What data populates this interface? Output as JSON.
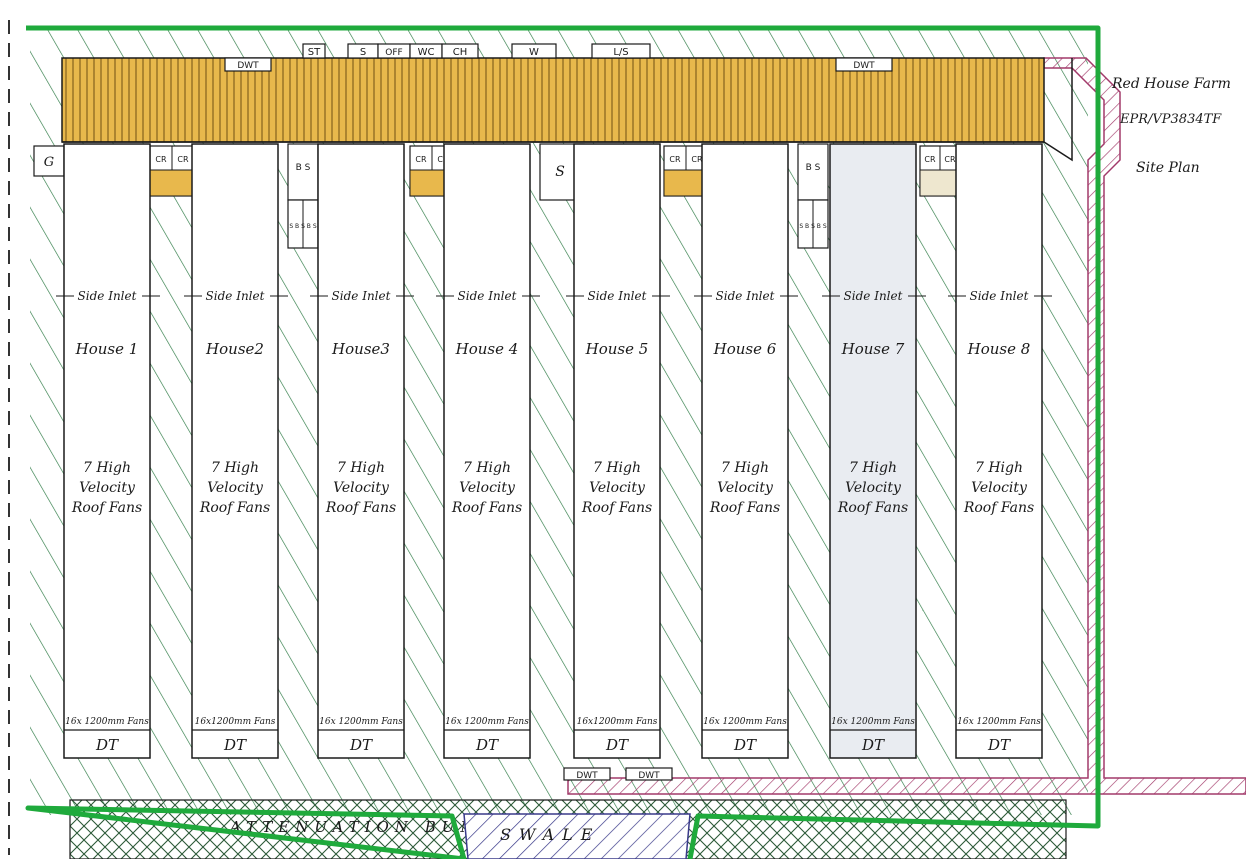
{
  "site": {
    "name": "Red House Farm",
    "permit": "EPR/VP3834TF",
    "subtitle": "Site Plan"
  },
  "colors": {
    "boundary": "#1faa3c",
    "hatch": "#2c7a44",
    "strip_fill": "#e8b84c",
    "strip_line": "#7a5a18",
    "pink": "#a23a6a",
    "swale_fill": "#3a3a8a",
    "ink": "#1a1a1a"
  },
  "top_labels": [
    "ST",
    "S",
    "OFF",
    "WC",
    "CH",
    "W",
    "L/S",
    "DWT",
    "DWT"
  ],
  "corner_labels": {
    "gate": "G",
    "silo": "S"
  },
  "silo_labels": {
    "cr": "CR",
    "bs_top": "B S",
    "bs_bottom": "S B S B S"
  },
  "houses": [
    {
      "name": "House 1",
      "inlet": "Side Inlet",
      "fans_text": [
        "7 High",
        "Velocity",
        "Roof Fans"
      ],
      "end_fans": "16x 1200mm Fans",
      "end": "DT"
    },
    {
      "name": "House2",
      "inlet": "Side Inlet",
      "fans_text": [
        "7 High",
        "Velocity",
        "Roof Fans"
      ],
      "end_fans": "16x1200mm Fans",
      "end": "DT"
    },
    {
      "name": "House3",
      "inlet": "Side Inlet",
      "fans_text": [
        "7 High",
        "Velocity",
        "Roof Fans"
      ],
      "end_fans": "16x 1200mm Fans",
      "end": "DT"
    },
    {
      "name": "House 4",
      "inlet": "Side Inlet",
      "fans_text": [
        "7 High",
        "Velocity",
        "Roof Fans"
      ],
      "end_fans": "16x 1200mm Fans",
      "end": "DT"
    },
    {
      "name": "House 5",
      "inlet": "Side Inlet",
      "fans_text": [
        "7 High",
        "Velocity",
        "Roof Fans"
      ],
      "end_fans": "16x1200mm Fans",
      "end": "DT"
    },
    {
      "name": "House 6",
      "inlet": "Side Inlet",
      "fans_text": [
        "7 High",
        "Velocity",
        "Roof Fans"
      ],
      "end_fans": "16x 1200mm Fans",
      "end": "DT"
    },
    {
      "name": "House 7",
      "inlet": "Side Inlet",
      "fans_text": [
        "7 High",
        "Velocity",
        "Roof Fans"
      ],
      "end_fans": "16x 1200mm Fans",
      "end": "DT"
    },
    {
      "name": "House 8",
      "inlet": "Side Inlet",
      "fans_text": [
        "7 High",
        "Velocity",
        "Roof Fans"
      ],
      "end_fans": "16x 1200mm Fans",
      "end": "DT"
    }
  ],
  "bottom": {
    "dwt_1": "DWT",
    "dwt_2": "DWT",
    "bund": "ATTENUATION BUND",
    "swale": "SWALE"
  }
}
